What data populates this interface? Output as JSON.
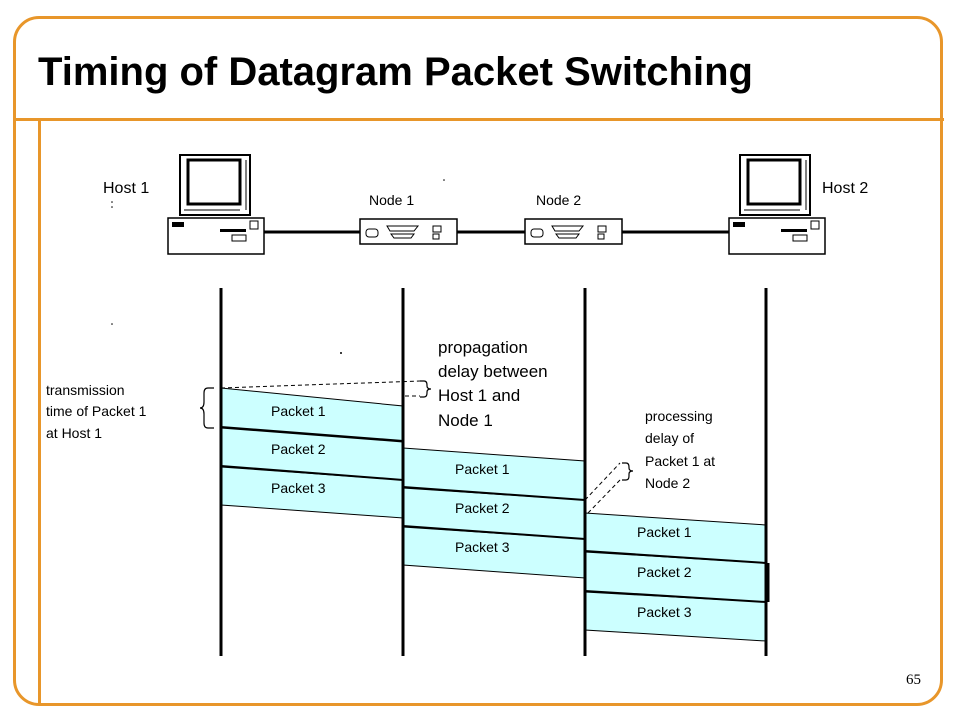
{
  "slide": {
    "title": "Timing of Datagram Packet Switching",
    "page_number": "65"
  },
  "hosts": [
    {
      "label": "Host 1"
    },
    {
      "label": "Host 2"
    }
  ],
  "nodes": [
    {
      "label": "Node 1"
    },
    {
      "label": "Node 2"
    }
  ],
  "annotations": {
    "transmission": [
      "transmission",
      "time of Packet 1",
      "at Host 1"
    ],
    "propagation": [
      "propagation",
      "delay between",
      "Host 1 and",
      "Node 1"
    ],
    "processing": [
      "processing",
      "delay of",
      "Packet 1 at",
      "Node 2"
    ]
  },
  "columns": [
    {
      "packets": [
        "Packet 1",
        "Packet 2",
        "Packet 3"
      ]
    },
    {
      "packets": [
        "Packet 1",
        "Packet 2",
        "Packet 3"
      ]
    },
    {
      "packets": [
        "Packet 1",
        "Packet 2",
        "Packet 3"
      ]
    }
  ],
  "colors": {
    "accent": "#e8962a",
    "packet_fill": "#ccffff",
    "line": "#000000"
  }
}
